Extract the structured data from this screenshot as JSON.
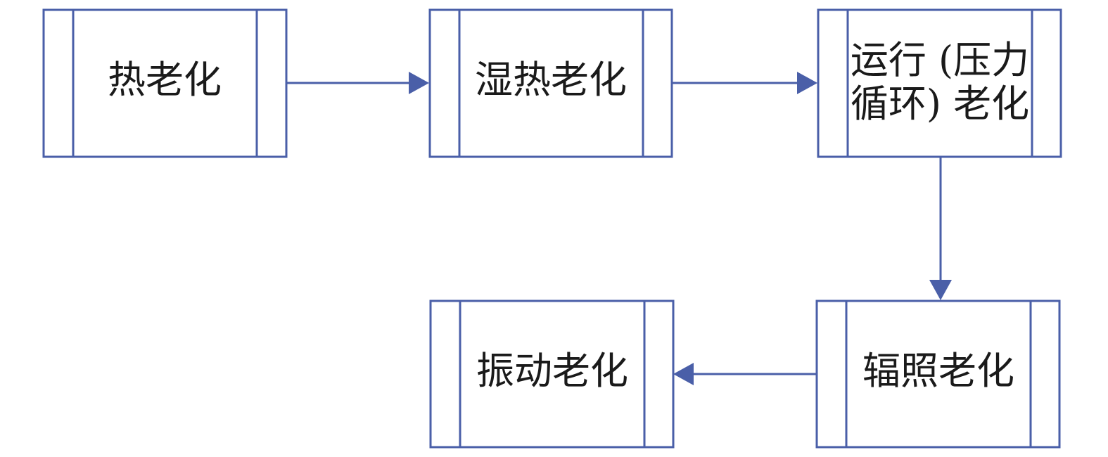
{
  "nodes": {
    "thermal": {
      "label": "热老化"
    },
    "damp_heat": {
      "label": "湿热老化"
    },
    "operation": {
      "lines": [
        "运行 (压力",
        "循环) 老化"
      ]
    },
    "irradiation": {
      "label": "辐照老化"
    },
    "vibration": {
      "label": "振动老化"
    }
  },
  "colors": {
    "stroke": "#4a5fa8",
    "text": "#1a1a1a"
  }
}
